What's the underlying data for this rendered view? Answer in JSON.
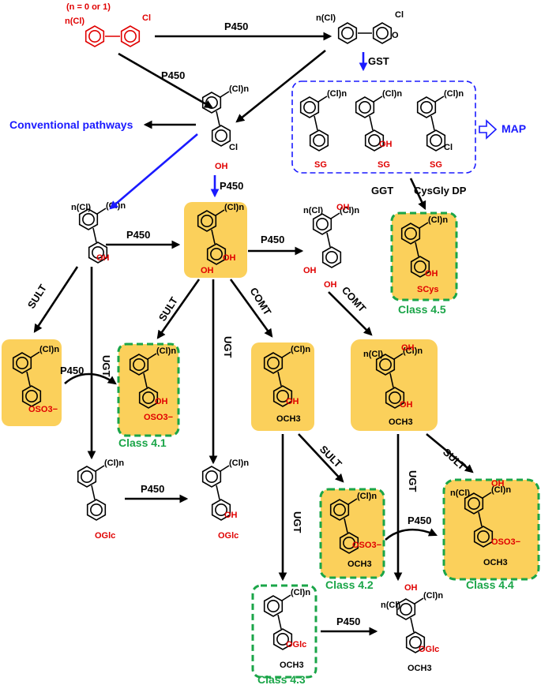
{
  "parent": {
    "substituent": "n(Cl)",
    "note": "(n = 0 or 1)",
    "cl": "Cl"
  },
  "arrows": {
    "p450": "P450",
    "gst": "GST",
    "sult": "SULT",
    "ugt": "UGT",
    "comt": "COMT",
    "ggt": "GGT",
    "cysgly": "CysGly DP"
  },
  "side": {
    "conventional": "Conventional pathways",
    "map": "MAP"
  },
  "groups": {
    "cln": "(Cl)n",
    "ncl": "n(Cl)",
    "oh": "OH",
    "cl": "Cl",
    "sg": "SG",
    "scys": "SCys",
    "oso3": "OSO3−",
    "och3": "OCH3",
    "oglc": "OGlc"
  },
  "classes": {
    "c41": "Class 4.1",
    "c42": "Class 4.2",
    "c43": "Class 4.3",
    "c44": "Class 4.4",
    "c45": "Class 4.5"
  },
  "colors": {
    "highlight": "#fbd05b",
    "class_border": "#1aa548",
    "pathway_blue": "#1a1aff",
    "substituent_red": "#e00000"
  }
}
